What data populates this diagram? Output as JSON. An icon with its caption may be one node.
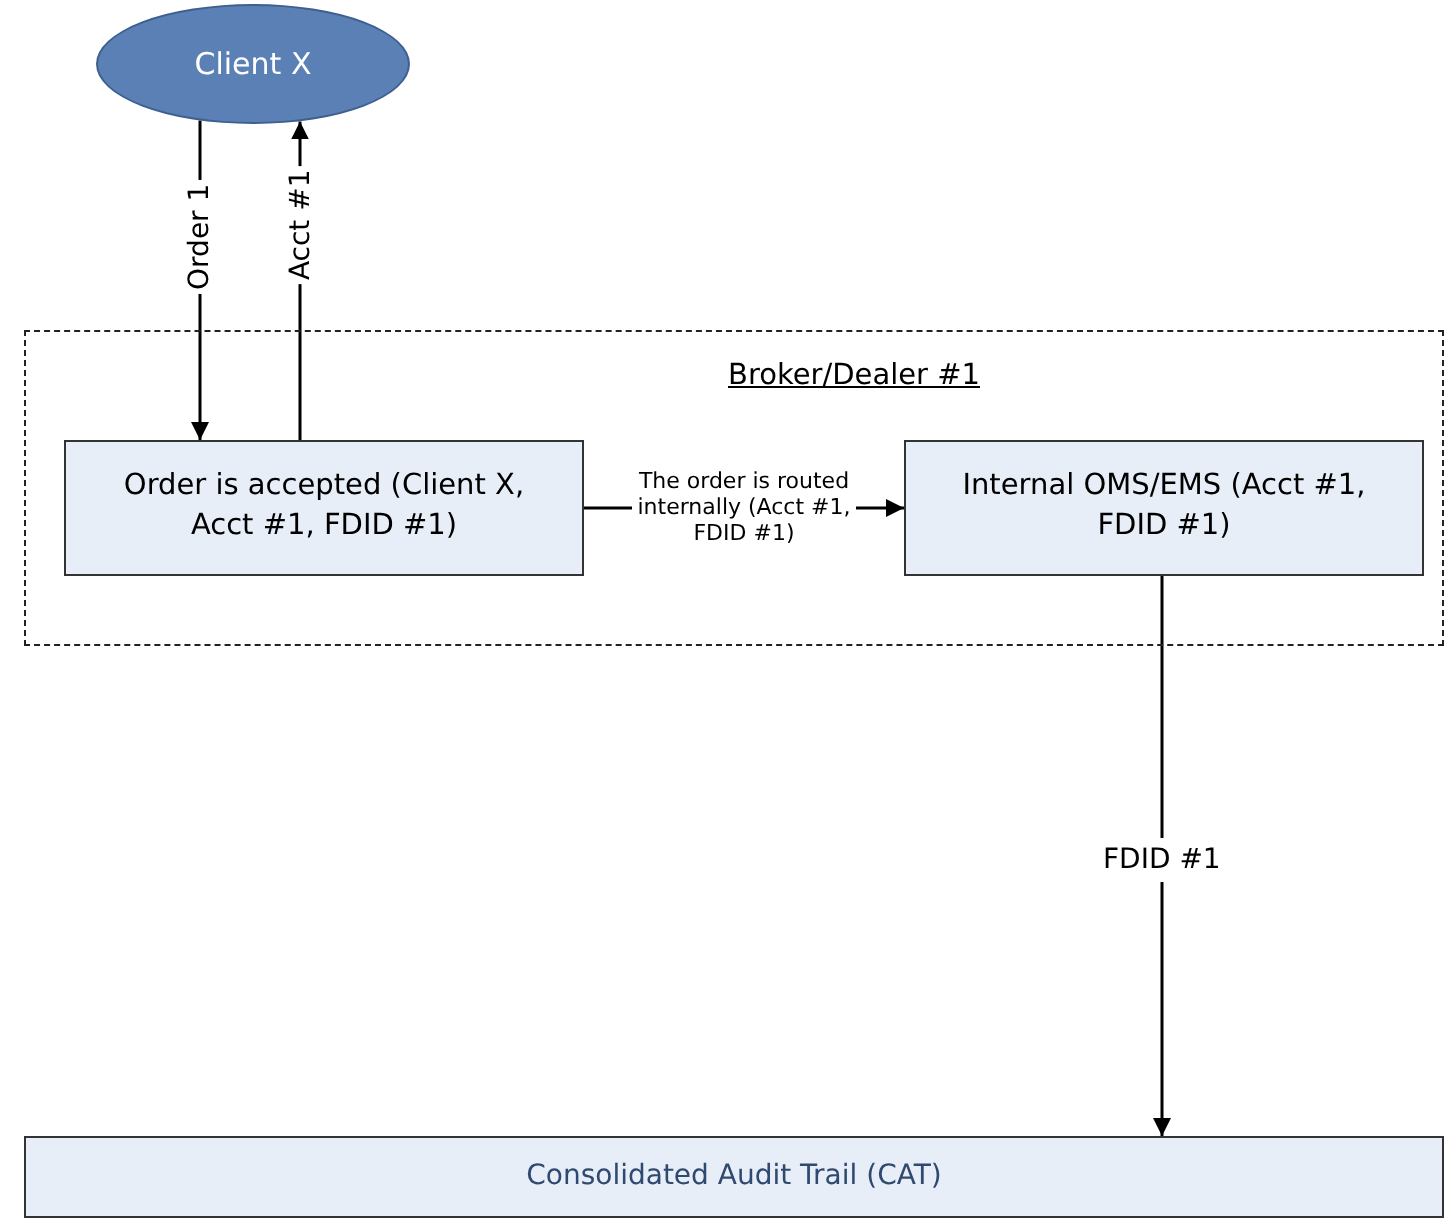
{
  "diagram": {
    "nodes": [
      {
        "text": [
          "Client X"
        ]
      },
      {
        "text": [
          "Broker/Dealer #1"
        ]
      },
      {
        "text": [
          "Order is accepted (Client X, Acct #1, FDID #1)"
        ],
        "in": 1
      },
      {
        "text": [
          "Internal OMS/EMS (Acct #1, FDID #1)"
        ],
        "in": 1
      },
      {
        "text": [
          "Consolidated Audit Trail (CAT)"
        ]
      }
    ],
    "edges": [
      {
        "from": 0,
        "to": 2,
        "arrow": "to",
        "label": "Order 1"
      },
      {
        "from": 2,
        "to": 0,
        "arrow": "to",
        "label": "Acct #1"
      },
      {
        "from": 2,
        "to": 3,
        "arrow": "to",
        "label": "The order is routed internally (Acct #1, FDID #1)"
      },
      {
        "from": 3,
        "to": 4,
        "arrow": "to",
        "label": "FDID #1"
      }
    ]
  }
}
